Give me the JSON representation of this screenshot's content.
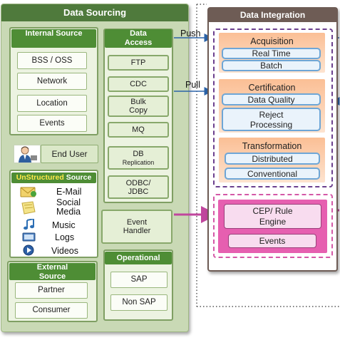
{
  "sourcing": {
    "title": "Data Sourcing",
    "internal": {
      "title": "Internal Source",
      "items": [
        "BSS / OSS",
        "Network",
        "Location",
        "Events"
      ]
    },
    "end_user": "End User",
    "unstructured": {
      "title_highlight": "UnStructured",
      "title_rest": " Source",
      "items": [
        "E-Mail",
        "Social Media",
        "Music",
        "Logs",
        "Videos"
      ]
    },
    "external": {
      "title": "External Source",
      "items": [
        "Partner",
        "Consumer"
      ]
    },
    "data_access": {
      "title": "Data Access",
      "items": [
        {
          "main": "FTP",
          "sub": ""
        },
        {
          "main": "CDC",
          "sub": ""
        },
        {
          "main": "Bulk Copy",
          "sub": ""
        },
        {
          "main": "MQ",
          "sub": ""
        },
        {
          "main": "DB",
          "sub": "Replication"
        },
        {
          "main": "ODBC/ JDBC",
          "sub": ""
        }
      ]
    },
    "event_handler": "Event Handler",
    "operational": {
      "title": "Operational",
      "items": [
        "SAP",
        "Non SAP"
      ]
    }
  },
  "connectors": {
    "push": "Push",
    "pull": "Pull"
  },
  "integration": {
    "title": "Data Integration",
    "acquisition": {
      "title": "Acquisition",
      "items": [
        "Real Time",
        "Batch"
      ]
    },
    "certification": {
      "title": "Certification",
      "items": [
        "Data Quality",
        "Reject Processing"
      ]
    },
    "transformation": {
      "title": "Transformation",
      "items": [
        "Distributed",
        "Conventional"
      ]
    },
    "cep": {
      "title": "CEP/ Rule Engine",
      "events": "Events"
    }
  },
  "colors": {
    "sourcing_header": "#4f7a3c",
    "integration_header": "#6e5c55",
    "push_pull_arrow": "#2b63a8",
    "event_arrow": "#c0469d"
  },
  "icons": [
    "user-icon",
    "email-icon",
    "social-media-icon",
    "music-icon",
    "logs-icon",
    "videos-icon"
  ]
}
